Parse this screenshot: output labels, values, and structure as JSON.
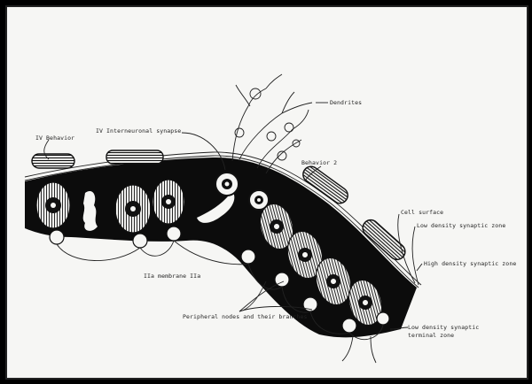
{
  "diagram": {
    "labels": {
      "top_left": "IV Behavior",
      "interneuronal": "IV Interneuronal synapse",
      "dendrites": "Dendrites",
      "behavior_2": "Behavior 2",
      "cell_surface": "Cell surface",
      "low_density_zone": "Low density synaptic zone",
      "high_density_zone": "High density synaptic zone",
      "membrane": "IIa membrane IIa",
      "nodes": "Peripheral nodes and their branches",
      "low_density_bottom_line1": "Low density synaptic",
      "low_density_bottom_line2": "terminal zone"
    }
  }
}
